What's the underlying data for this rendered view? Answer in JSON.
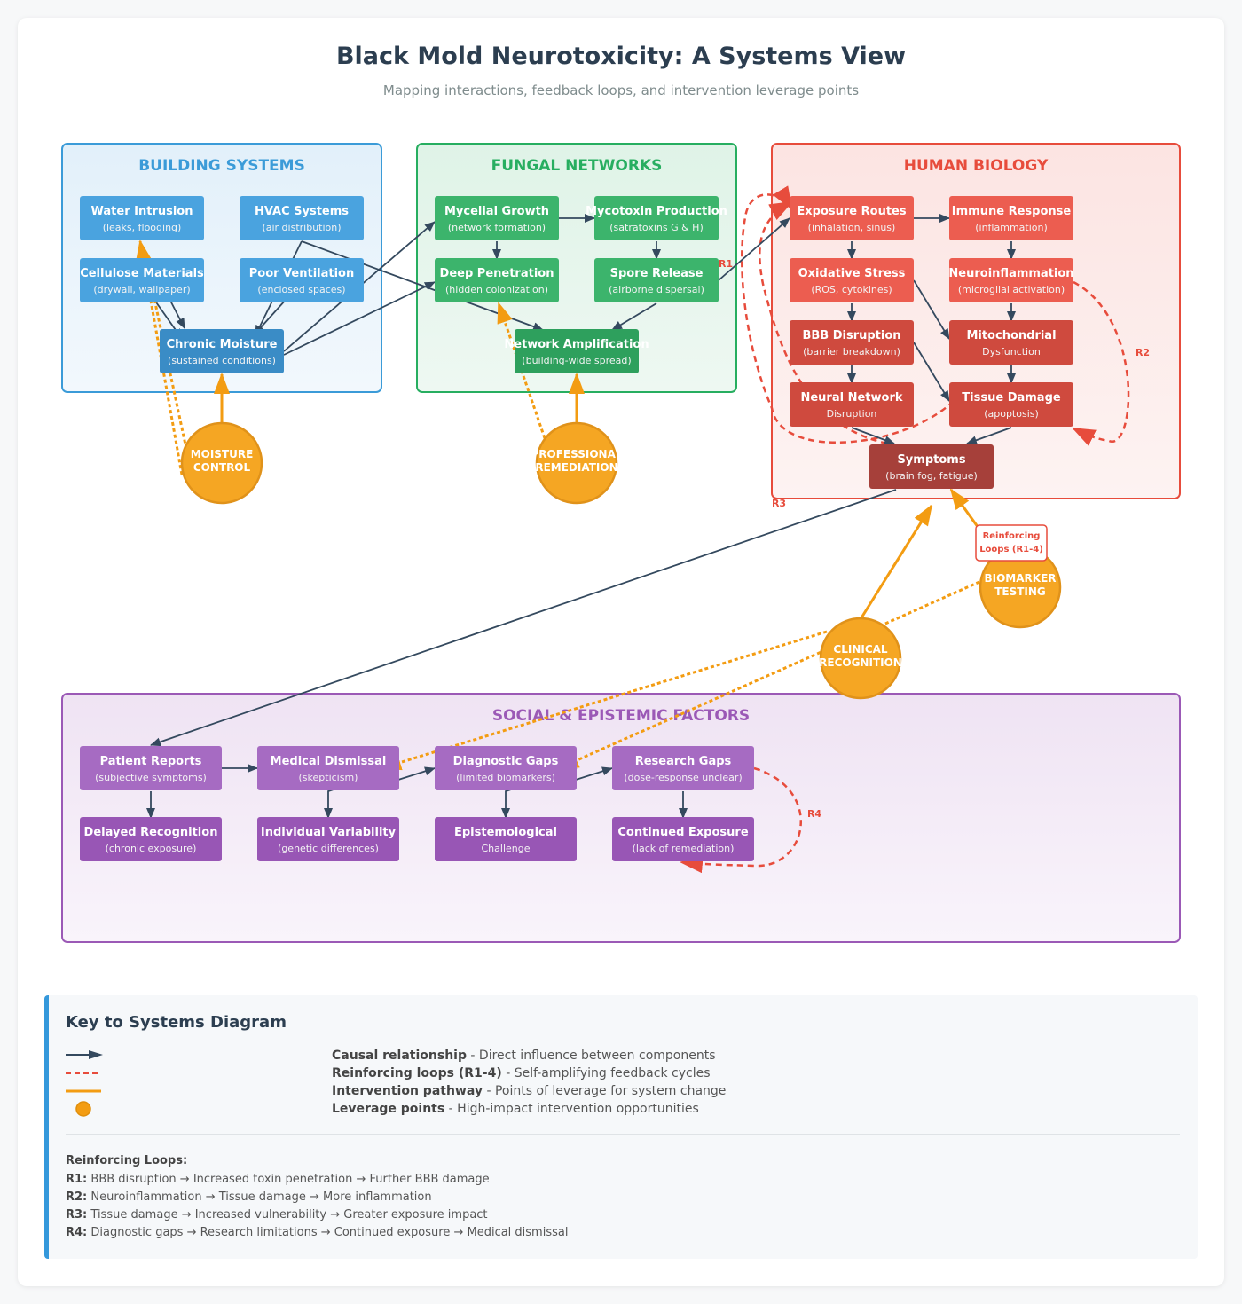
{
  "header": {
    "title": "Black Mold Neurotoxicity: A Systems View",
    "subtitle": "Mapping interactions, feedback loops, and intervention leverage points"
  },
  "colors": {
    "building": "#3b9bd8",
    "fungal": "#27ae60",
    "human": "#e74c3c",
    "social": "#9b59b6",
    "causal": "#34495e",
    "reinforcing": "#e74c3c",
    "intervention": "#f39c12"
  },
  "groups": [
    {
      "id": "building",
      "label": "BUILDING SYSTEMS"
    },
    {
      "id": "fungal",
      "label": "FUNGAL NETWORKS"
    },
    {
      "id": "human",
      "label": "HUMAN BIOLOGY"
    },
    {
      "id": "social",
      "label": "SOCIAL & EPISTEMIC FACTORS"
    }
  ],
  "nodes": [
    {
      "id": "water",
      "title": "Water Intrusion",
      "sub": "(leaks, flooding)"
    },
    {
      "id": "hvac",
      "title": "HVAC Systems",
      "sub": "(air distribution)"
    },
    {
      "id": "cellulose",
      "title": "Cellulose Materials",
      "sub": "(drywall, wallpaper)"
    },
    {
      "id": "ventilation",
      "title": "Poor Ventilation",
      "sub": "(enclosed spaces)"
    },
    {
      "id": "moisture",
      "title": "Chronic Moisture",
      "sub": "(sustained conditions)"
    },
    {
      "id": "mycelial",
      "title": "Mycelial Growth",
      "sub": "(network formation)"
    },
    {
      "id": "mycotoxin",
      "title": "Mycotoxin Production",
      "sub": "(satratoxins G & H)"
    },
    {
      "id": "deep",
      "title": "Deep Penetration",
      "sub": "(hidden colonization)"
    },
    {
      "id": "spore",
      "title": "Spore Release",
      "sub": "(airborne dispersal)"
    },
    {
      "id": "network",
      "title": "Network Amplification",
      "sub": "(building-wide spread)"
    },
    {
      "id": "exposure",
      "title": "Exposure Routes",
      "sub": "(inhalation, sinus)"
    },
    {
      "id": "immune",
      "title": "Immune Response",
      "sub": "(inflammation)"
    },
    {
      "id": "oxidative",
      "title": "Oxidative Stress",
      "sub": "(ROS, cytokines)"
    },
    {
      "id": "neuroinflam",
      "title": "Neuroinflammation",
      "sub": "(microglial activation)"
    },
    {
      "id": "bbb",
      "title": "BBB Disruption",
      "sub": "(barrier breakdown)"
    },
    {
      "id": "mito",
      "title": "Mitochondrial",
      "sub": "Dysfunction"
    },
    {
      "id": "neural",
      "title": "Neural Network",
      "sub": "Disruption"
    },
    {
      "id": "tissue",
      "title": "Tissue Damage",
      "sub": "(apoptosis)"
    },
    {
      "id": "symptoms",
      "title": "Symptoms",
      "sub": "(brain fog, fatigue)"
    },
    {
      "id": "patient",
      "title": "Patient Reports",
      "sub": "(subjective symptoms)"
    },
    {
      "id": "dismissal",
      "title": "Medical Dismissal",
      "sub": "(skepticism)"
    },
    {
      "id": "diaggaps",
      "title": "Diagnostic Gaps",
      "sub": "(limited biomarkers)"
    },
    {
      "id": "research",
      "title": "Research Gaps",
      "sub": "(dose-response unclear)"
    },
    {
      "id": "delayed",
      "title": "Delayed Recognition",
      "sub": "(chronic exposure)"
    },
    {
      "id": "variability",
      "title": "Individual Variability",
      "sub": "(genetic differences)"
    },
    {
      "id": "epistem",
      "title": "Epistemological",
      "sub": "Challenge"
    },
    {
      "id": "continued",
      "title": "Continued Exposure",
      "sub": "(lack of remediation)"
    }
  ],
  "leverage_points": [
    {
      "id": "moisture_ctrl",
      "lines": [
        "MOISTURE",
        "CONTROL"
      ]
    },
    {
      "id": "remediation",
      "lines": [
        "PROFESSIONAL",
        "REMEDIATION"
      ]
    },
    {
      "id": "biomarker",
      "lines": [
        "BIOMARKER",
        "TESTING"
      ]
    },
    {
      "id": "clinical",
      "lines": [
        "CLINICAL",
        "RECOGNITION"
      ]
    }
  ],
  "loop_labels": [
    "R1",
    "R2",
    "R3",
    "R4"
  ],
  "callout": {
    "lines": [
      "Reinforcing",
      "Loops (R1-4)"
    ]
  },
  "edges": [
    [
      "water",
      "moisture"
    ],
    [
      "hvac",
      "moisture"
    ],
    [
      "cellulose",
      "moisture"
    ],
    [
      "ventilation",
      "moisture"
    ],
    [
      "moisture",
      "mycelial"
    ],
    [
      "moisture",
      "deep"
    ],
    [
      "hvac",
      "network"
    ],
    [
      "mycelial",
      "mycotoxin"
    ],
    [
      "mycelial",
      "deep"
    ],
    [
      "mycotoxin",
      "spore"
    ],
    [
      "spore",
      "network"
    ],
    [
      "spore",
      "exposure"
    ],
    [
      "exposure",
      "immune"
    ],
    [
      "exposure",
      "oxidative"
    ],
    [
      "immune",
      "neuroinflam"
    ],
    [
      "oxidative",
      "bbb"
    ],
    [
      "oxidative",
      "mito"
    ],
    [
      "neuroinflam",
      "mito"
    ],
    [
      "bbb",
      "neural"
    ],
    [
      "bbb",
      "tissue"
    ],
    [
      "mito",
      "tissue"
    ],
    [
      "neural",
      "symptoms"
    ],
    [
      "tissue",
      "symptoms"
    ],
    [
      "symptoms",
      "patient"
    ],
    [
      "patient",
      "dismissal"
    ],
    [
      "dismissal",
      "diaggaps"
    ],
    [
      "diaggaps",
      "research"
    ],
    [
      "patient",
      "delayed"
    ],
    [
      "dismissal",
      "variability"
    ],
    [
      "diaggaps",
      "epistem"
    ],
    [
      "research",
      "continued"
    ]
  ],
  "legend": {
    "title": "Key to Systems Diagram",
    "items": [
      {
        "label": "Causal relationship",
        "desc": " - Direct influence between components"
      },
      {
        "label": "Reinforcing loops (R1-4)",
        "desc": " - Self-amplifying feedback cycles"
      },
      {
        "label": "Intervention pathway",
        "desc": " - Points of leverage for system change"
      },
      {
        "label": "Leverage points",
        "desc": " - High-impact intervention opportunities"
      }
    ],
    "loops_title": "Reinforcing Loops:",
    "loops": [
      {
        "id": "R1:",
        "text": " BBB disruption → Increased toxin penetration → Further BBB damage"
      },
      {
        "id": "R2:",
        "text": " Neuroinflammation → Tissue damage → More inflammation"
      },
      {
        "id": "R3:",
        "text": " Tissue damage → Increased vulnerability → Greater exposure impact"
      },
      {
        "id": "R4:",
        "text": " Diagnostic gaps → Research limitations → Continued exposure → Medical dismissal"
      }
    ]
  }
}
